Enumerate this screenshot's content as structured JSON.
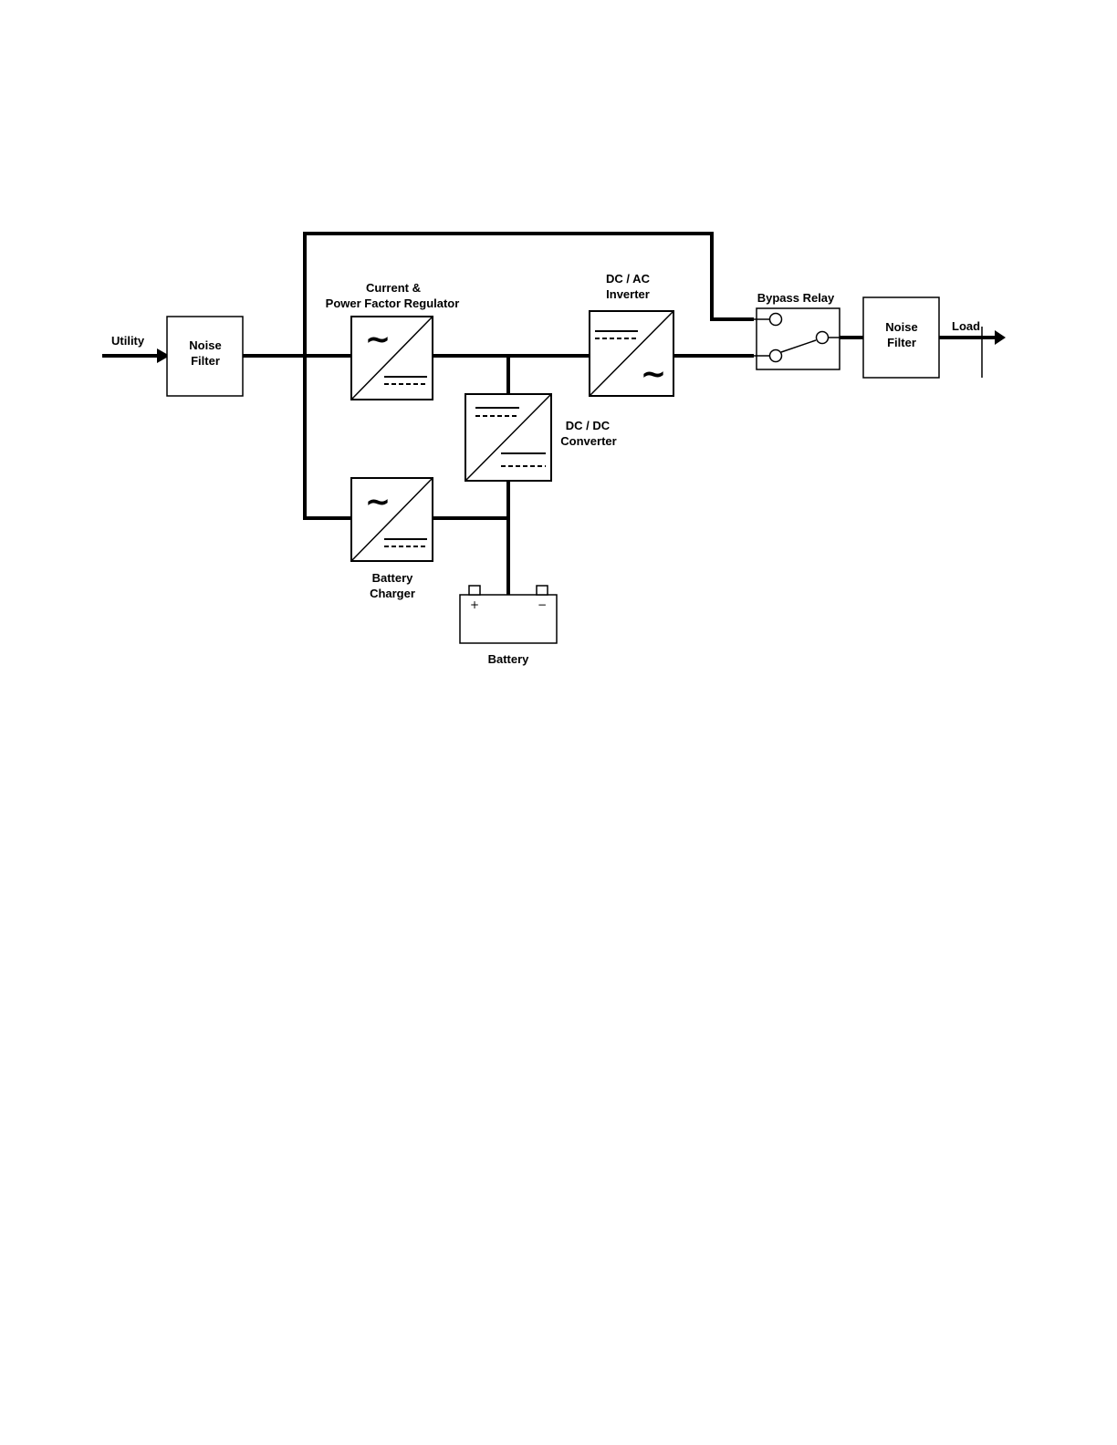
{
  "labels": {
    "utility": "Utility",
    "noise_filter_in_l1": "Noise",
    "noise_filter_in_l2": "Filter",
    "pfc_l1": "Current &",
    "pfc_l2": "Power Factor Regulator",
    "inverter_l1": "DC / AC",
    "inverter_l2": "Inverter",
    "dcdc_l1": "DC / DC",
    "dcdc_l2": "Converter",
    "charger_l1": "Battery",
    "charger_l2": "Charger",
    "battery": "Battery",
    "bypass_relay": "Bypass Relay",
    "noise_filter_out_l1": "Noise",
    "noise_filter_out_l2": "Filter",
    "load": "Load"
  },
  "symbols": {
    "ac": "~",
    "plus": "+",
    "minus": "−"
  },
  "colors": {
    "line": "#000000",
    "background": "#ffffff"
  }
}
